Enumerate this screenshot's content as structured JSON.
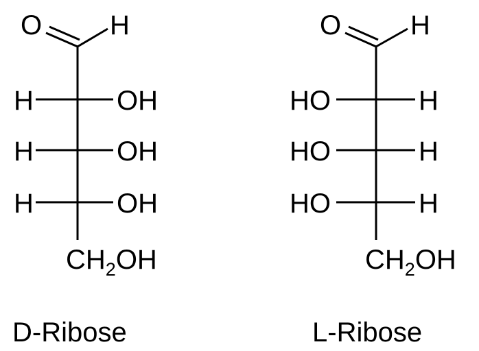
{
  "molecules": [
    {
      "name": "D-Ribose",
      "aldehyde": {
        "o": "O",
        "h": "H"
      },
      "rows": [
        {
          "left": "H",
          "right": "OH"
        },
        {
          "left": "H",
          "right": "OH"
        },
        {
          "left": "H",
          "right": "OH"
        }
      ],
      "bottom": {
        "pre": "CH",
        "sub": "2",
        "post": "OH"
      }
    },
    {
      "name": "L-Ribose",
      "aldehyde": {
        "o": "O",
        "h": "H"
      },
      "rows": [
        {
          "left": "HO",
          "right": "H"
        },
        {
          "left": "HO",
          "right": "H"
        },
        {
          "left": "HO",
          "right": "H"
        }
      ],
      "bottom": {
        "pre": "CH",
        "sub": "2",
        "post": "OH"
      }
    }
  ]
}
